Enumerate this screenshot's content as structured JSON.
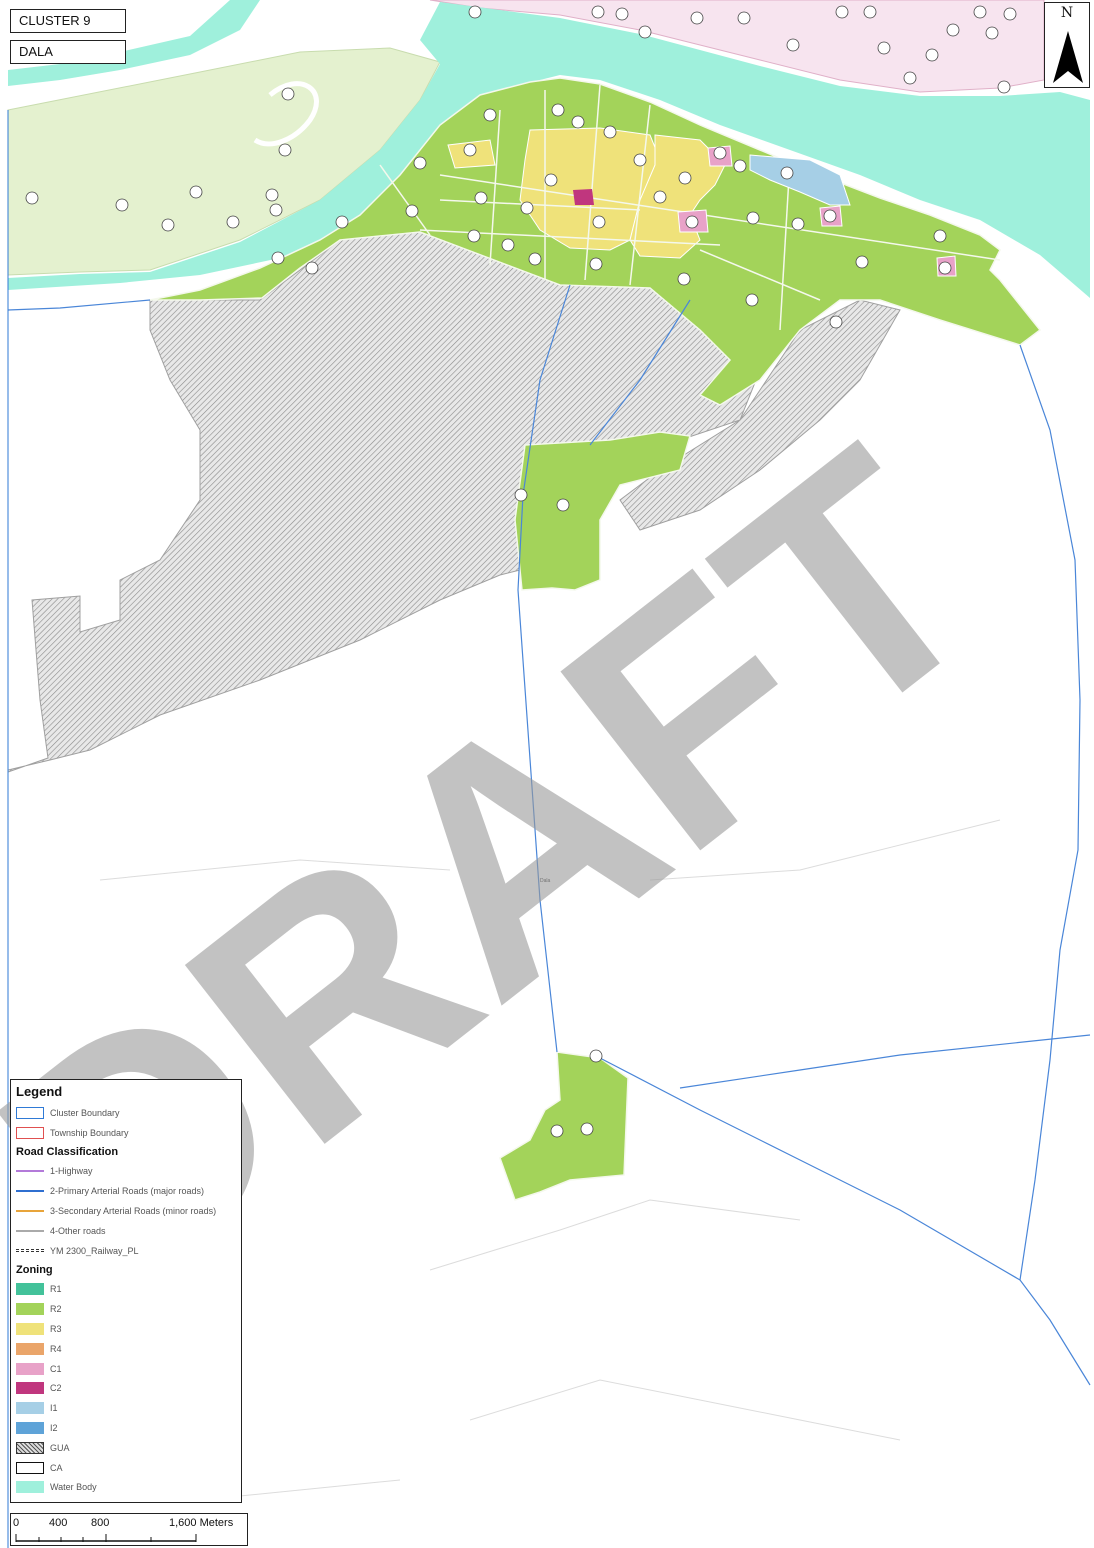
{
  "map_title": {
    "cluster": "CLUSTER 9",
    "place": "DALA"
  },
  "north_arrow": {
    "letter": "N"
  },
  "watermark": "DRAFT",
  "road_label": "Dala",
  "colors": {
    "water": "#9ff0dc",
    "R1": "#43c29a",
    "R2": "#a3d35a",
    "R3": "#efe27a",
    "R4": "#eaa56a",
    "C1": "#e8a2c8",
    "C2": "#c0367e",
    "I1": "#a6cfe6",
    "I2": "#5ea3d8",
    "GUA": "#9a9a9a",
    "CA": "#ffffff",
    "cluster_boundary": "#2f7ad6",
    "township_boundary": "#e05050",
    "pale_green": "#e4f1cf",
    "light_pink": "#f7e4ef"
  },
  "legend": {
    "title": "Legend",
    "boundaries": [
      {
        "label": "Cluster Boundary",
        "color": "#2f7ad6"
      },
      {
        "label": "Township Boundary",
        "color": "#e05050"
      }
    ],
    "road_title": "Road Classification",
    "roads": [
      {
        "label": "1-Highway",
        "color": "#b37ad9"
      },
      {
        "label": "2-Primary Arterial Roads (major roads)",
        "color": "#2f6fd0"
      },
      {
        "label": "3-Secondary Arterial Roads (minor roads)",
        "color": "#e8a43a"
      },
      {
        "label": "4-Other roads",
        "color": "#aaaaaa"
      },
      {
        "label": "YM 2300_Railway_PL",
        "color": "#333333"
      }
    ],
    "zoning_title": "Zoning",
    "zoning": [
      {
        "label": "R1",
        "color": "#43c29a"
      },
      {
        "label": "R2",
        "color": "#a3d35a"
      },
      {
        "label": "R3",
        "color": "#efe27a"
      },
      {
        "label": "R4",
        "color": "#eaa56a"
      },
      {
        "label": "C1",
        "color": "#e8a2c8"
      },
      {
        "label": "C2",
        "color": "#c0367e"
      },
      {
        "label": "I1",
        "color": "#a6cfe6"
      },
      {
        "label": "I2",
        "color": "#5ea3d8"
      },
      {
        "label": "GUA",
        "color": "hatch"
      },
      {
        "label": "CA",
        "color": "#ffffff"
      },
      {
        "label": "Water Body",
        "color": "#9ff0dc"
      }
    ]
  },
  "scale_bar": {
    "ticks": [
      "0",
      "400",
      "800",
      "1,600 Meters"
    ]
  }
}
